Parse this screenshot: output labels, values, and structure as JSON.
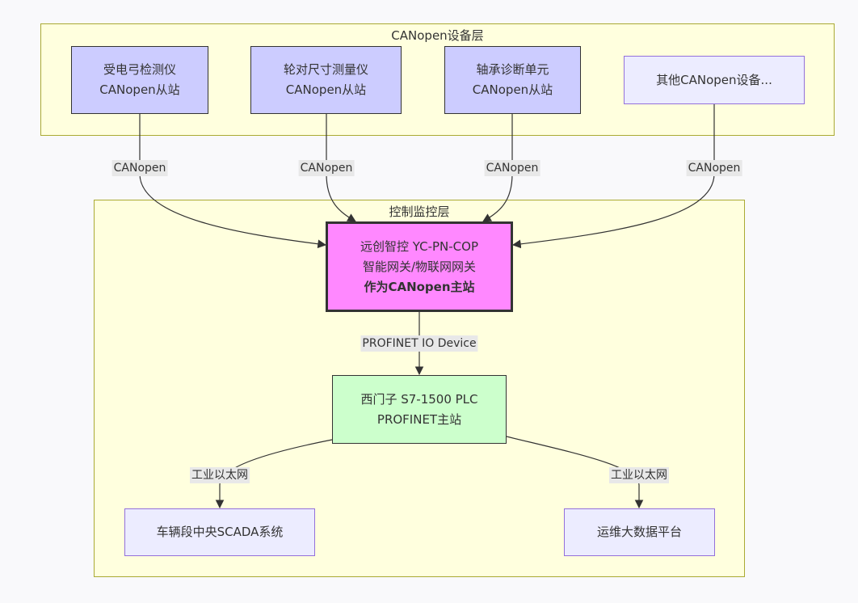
{
  "clusters": {
    "device_layer": "CANopen设备层",
    "control_layer": "控制监控层"
  },
  "nodes": {
    "pantograph": {
      "line1": "受电弓检测仪",
      "line2": "CANopen从站"
    },
    "wheel": {
      "line1": "轮对尺寸测量仪",
      "line2": "CANopen从站"
    },
    "bearing": {
      "line1": "轴承诊断单元",
      "line2": "CANopen从站"
    },
    "other": {
      "line1": "其他CANopen设备..."
    },
    "gateway": {
      "line1": "远创智控 YC-PN-COP",
      "line2": "智能网关/物联网网关",
      "line3": "作为CANopen主站"
    },
    "plc": {
      "line1": "西门子 S7-1500 PLC",
      "line2": "PROFINET主站"
    },
    "scada": {
      "line1": "车辆段中央SCADA系统"
    },
    "platform": {
      "line1": "运维大数据平台"
    }
  },
  "edge_labels": {
    "canopen_1": "CANopen",
    "canopen_2": "CANopen",
    "canopen_3": "CANopen",
    "canopen_4": "CANopen",
    "profinet": "PROFINET IO Device",
    "ethernet_1": "工业以太网",
    "ethernet_2": "工业以太网"
  },
  "colors": {
    "cluster_fill": "#ffffde",
    "cluster_border": "#aaaa33",
    "slave_fill": "#ccccff",
    "other_fill": "#ececff",
    "gateway_fill": "#ff88ff",
    "plc_fill": "#ccffcc",
    "edge": "#333333"
  }
}
